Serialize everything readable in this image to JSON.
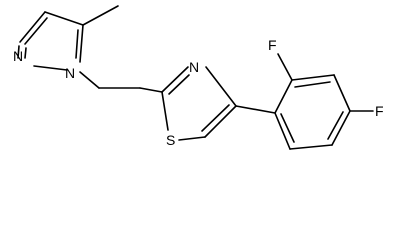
{
  "molecule": {
    "atoms": {
      "pyrazole_n1": "N",
      "pyrazole_n2": "N",
      "thiazole_n": "N",
      "thiazole_s": "S",
      "fluoro_top": "F",
      "fluoro_right": "F"
    }
  }
}
